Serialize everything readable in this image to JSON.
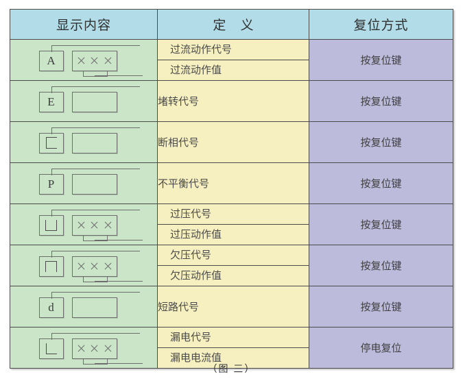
{
  "figure": {
    "caption": "（图 三）",
    "colors": {
      "header_bg": "#b2dde8",
      "display_bg": "#cbe5c9",
      "definition_bg": "#f6f0c0",
      "reset_bg": "#bdbbdc",
      "border": "#4a4a4a",
      "glyph_stroke": "#6d6d6d"
    }
  },
  "table": {
    "headers": {
      "display": "显示内容",
      "definition": "定 义",
      "reset": "复位方式"
    },
    "rows": [
      {
        "glyph": {
          "letter": "A",
          "letter_shape": "text",
          "value": "×××",
          "has_value": true
        },
        "definitions": [
          "过流动作代号",
          "过流动作值"
        ],
        "reset": "按复位键"
      },
      {
        "glyph": {
          "letter": "E",
          "letter_shape": "text",
          "value": "",
          "has_value": false
        },
        "definitions": [
          "堵转代号"
        ],
        "reset": "按复位键"
      },
      {
        "glyph": {
          "letter": "C",
          "letter_shape": "c-bracket",
          "value": "",
          "has_value": false
        },
        "definitions": [
          "断相代号"
        ],
        "reset": "按复位键"
      },
      {
        "glyph": {
          "letter": "P",
          "letter_shape": "text",
          "value": "",
          "has_value": false
        },
        "definitions": [
          "不平衡代号"
        ],
        "reset": "按复位键"
      },
      {
        "glyph": {
          "letter": "U",
          "letter_shape": "u-bracket",
          "value": "×××",
          "has_value": true
        },
        "definitions": [
          "过压代号",
          "过压动作值"
        ],
        "reset": "按复位键"
      },
      {
        "glyph": {
          "letter": "n",
          "letter_shape": "n-bracket",
          "value": "×××",
          "has_value": true
        },
        "definitions": [
          "欠压代号",
          "欠压动作值"
        ],
        "reset": "按复位键"
      },
      {
        "glyph": {
          "letter": "d",
          "letter_shape": "text",
          "value": "",
          "has_value": false
        },
        "definitions": [
          "短路代号"
        ],
        "reset": "按复位键"
      },
      {
        "glyph": {
          "letter": "L",
          "letter_shape": "l-bracket",
          "value": "×××",
          "has_value": true
        },
        "definitions": [
          "漏电代号",
          "漏电电流值"
        ],
        "reset": "停电复位"
      }
    ]
  }
}
